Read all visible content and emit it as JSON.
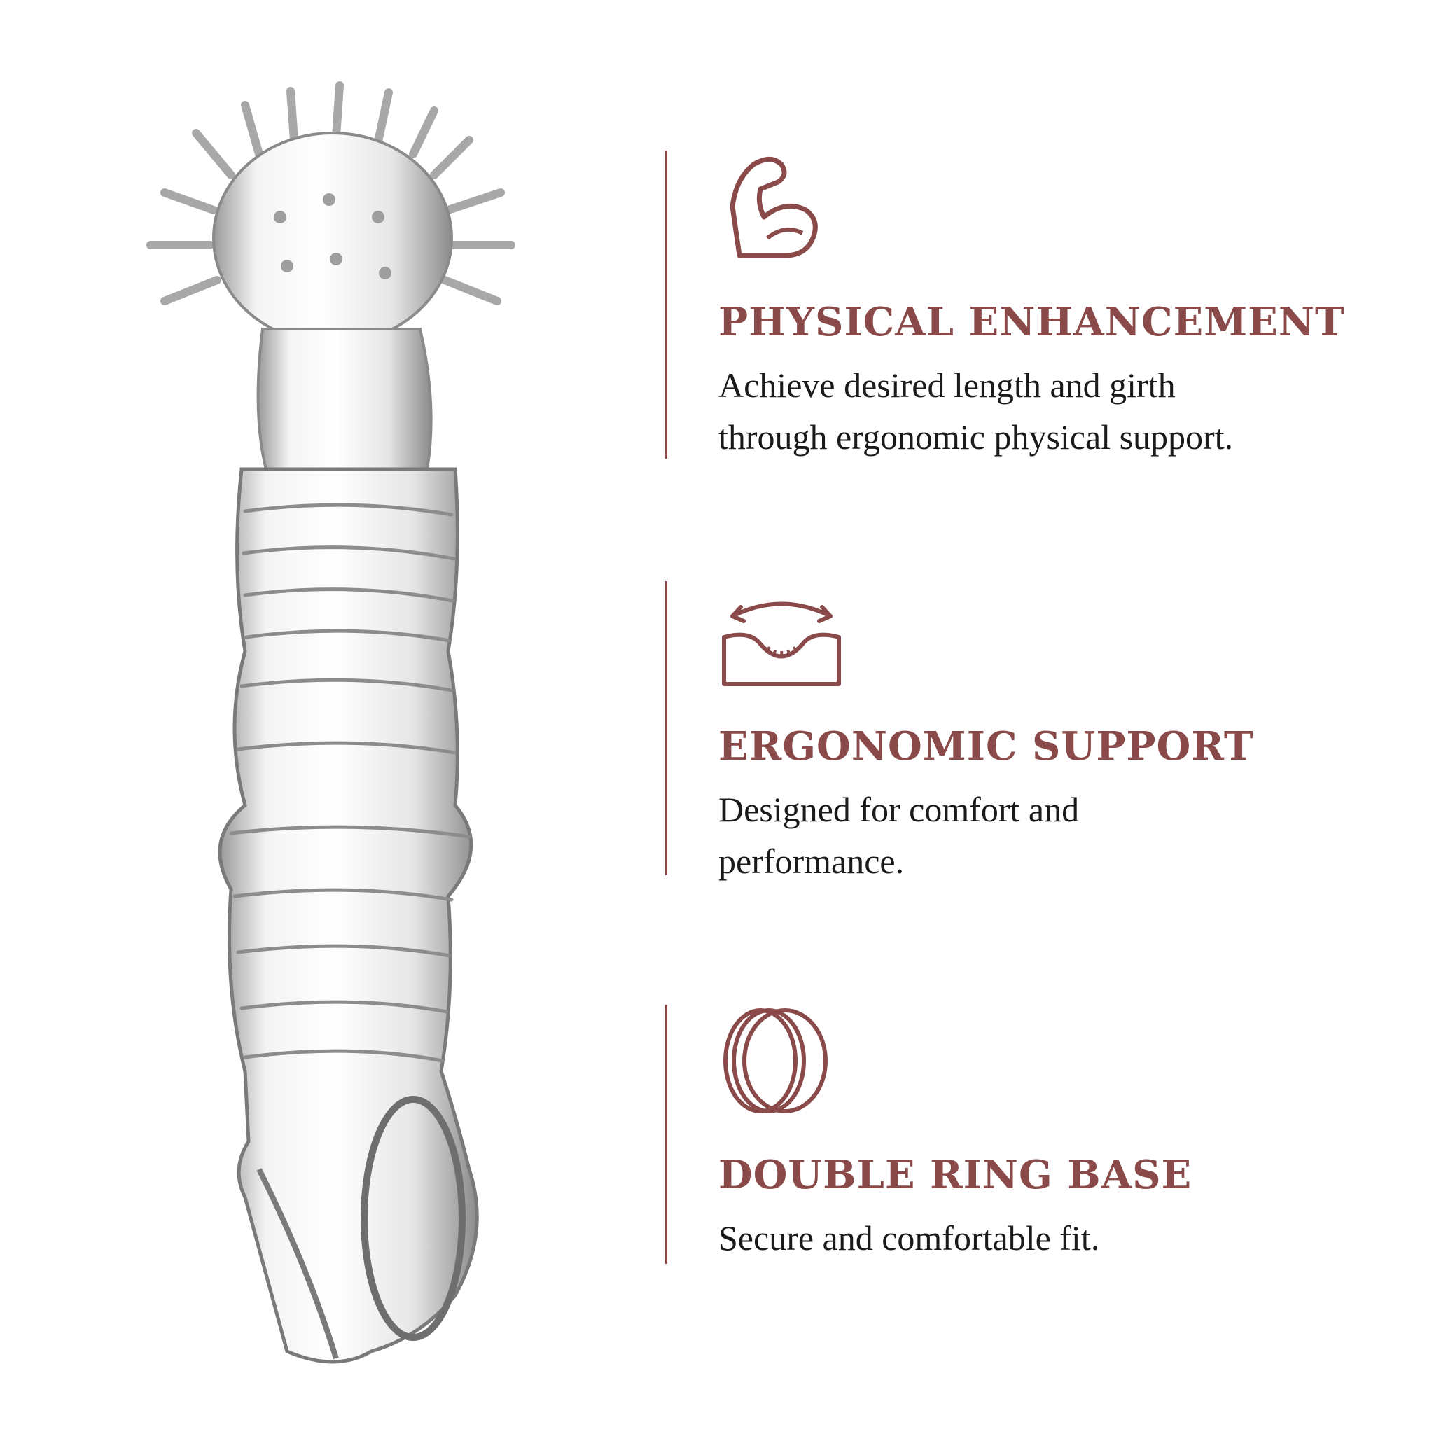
{
  "accent_color": "#8a4a4a",
  "features": [
    {
      "icon": "flexed-arm-icon",
      "title": "PHYSICAL ENHANCEMENT",
      "description_lines": [
        "Achieve desired length and girth",
        "through ergonomic physical support."
      ]
    },
    {
      "icon": "ergonomic-cushion-icon",
      "title": "ERGONOMIC SUPPORT",
      "description_lines": [
        "Designed for comfort and",
        "performance."
      ]
    },
    {
      "icon": "double-ring-icon",
      "title": "DOUBLE RING BASE",
      "description_lines": [
        "Secure and comfortable fit."
      ]
    }
  ]
}
